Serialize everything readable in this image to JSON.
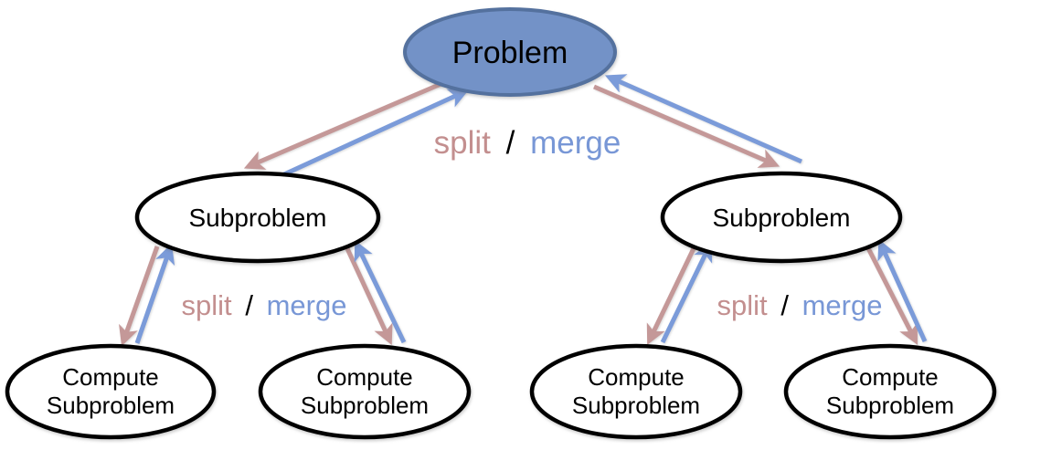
{
  "diagram": {
    "type": "divide-and-conquer-tree",
    "nodes": {
      "problem": {
        "label": "Problem"
      },
      "subproblem_left": {
        "label": "Subproblem"
      },
      "subproblem_right": {
        "label": "Subproblem"
      },
      "compute_left_1": {
        "lines": [
          "Compute",
          "Subproblem"
        ]
      },
      "compute_left_2": {
        "lines": [
          "Compute",
          "Subproblem"
        ]
      },
      "compute_right_1": {
        "lines": [
          "Compute",
          "Subproblem"
        ]
      },
      "compute_right_2": {
        "lines": [
          "Compute",
          "Subproblem"
        ]
      }
    },
    "edge_labels": {
      "top": {
        "split": "split",
        "separator": "/",
        "merge": "merge"
      },
      "left": {
        "split": "split",
        "separator": "/",
        "merge": "merge"
      },
      "right": {
        "split": "split",
        "separator": "/",
        "merge": "merge"
      }
    },
    "colors": {
      "background": "#ffffff",
      "problem_fill": "#7392c7",
      "problem_stroke": "#54719e",
      "node_fill": "#ffffff",
      "node_stroke": "#000000",
      "split_text": "#c38f8f",
      "merge_text": "#7897d6",
      "separator_text": "#000000",
      "split_arrow": "#c49898",
      "merge_arrow": "#7b9bd9",
      "node_text": "#000000"
    }
  }
}
